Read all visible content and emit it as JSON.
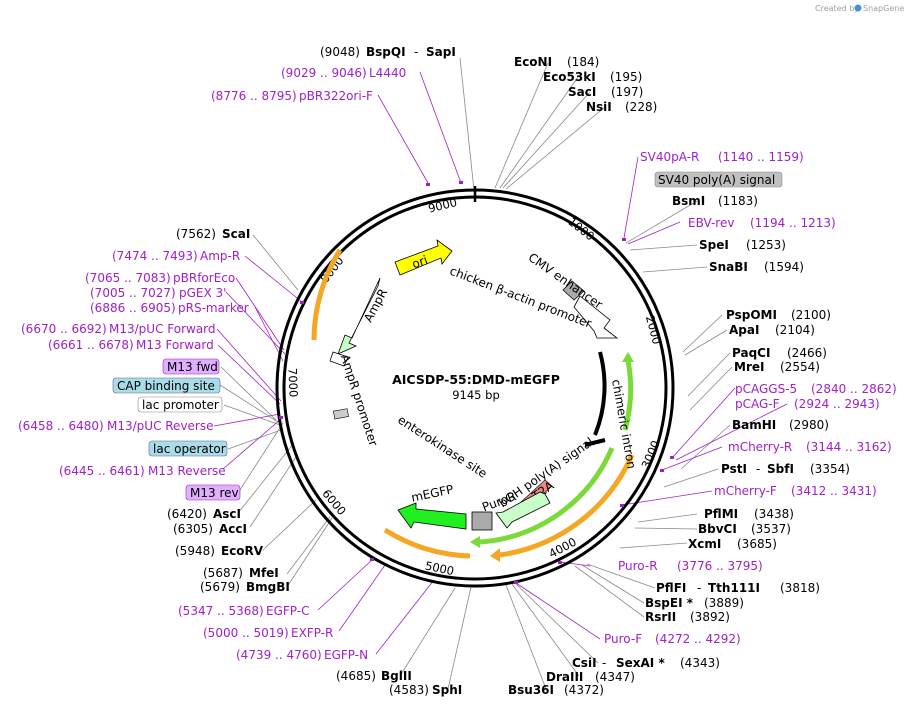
{
  "header": {
    "credit": "Created by",
    "brand": "SnapGene"
  },
  "plasmid": {
    "name": "AICSDP-55:DMD-mEGFP",
    "size": "9145 bp",
    "length": 9145
  },
  "ticks": [
    "1000",
    "2000",
    "3000",
    "4000",
    "5000",
    "6000",
    "7000",
    "8000",
    "9000"
  ],
  "colors": {
    "enzyme": "#000000",
    "primer": "#a020c8",
    "promoter": "#ffffff",
    "cds": "#c8ffc8",
    "ori": "#ffff00",
    "egfp": "#20f020",
    "orange": "#f5a623",
    "green": "#7cd93a"
  },
  "enzymes": [
    {
      "name": "BspQI",
      "name2": "SapI",
      "pos": "(9048)"
    },
    {
      "name": "EcoNI",
      "pos": "(184)"
    },
    {
      "name": "Eco53kI",
      "pos": "(195)"
    },
    {
      "name": "SacI",
      "pos": "(197)"
    },
    {
      "name": "NsiI",
      "pos": "(228)"
    },
    {
      "name": "BsmI",
      "pos": "(1183)"
    },
    {
      "name": "SpeI",
      "pos": "(1253)"
    },
    {
      "name": "SnaBI",
      "pos": "(1594)"
    },
    {
      "name": "PspOMI",
      "pos": "(2100)"
    },
    {
      "name": "ApaI",
      "pos": "(2104)"
    },
    {
      "name": "PaqCI",
      "pos": "(2466)"
    },
    {
      "name": "MreI",
      "pos": "(2554)"
    },
    {
      "name": "BamHI",
      "pos": "(2980)"
    },
    {
      "name": "PstI",
      "name2": "SbfI",
      "pos": "(3354)"
    },
    {
      "name": "PflMI",
      "pos": "(3438)"
    },
    {
      "name": "BbvCI",
      "pos": "(3537)"
    },
    {
      "name": "XcmI",
      "pos": "(3685)"
    },
    {
      "name": "PflFI",
      "name2": "Tth111I",
      "pos": "(3818)"
    },
    {
      "name": "BspEI *",
      "pos": "(3889)"
    },
    {
      "name": "RsrII",
      "pos": "(3892)"
    },
    {
      "name": "CsiI",
      "name2": "SexAI *",
      "pos": "(4343)"
    },
    {
      "name": "DraIII",
      "pos": "(4347)"
    },
    {
      "name": "Bsu36I",
      "pos": "(4372)"
    },
    {
      "name": "SphI",
      "pos": "(4583)"
    },
    {
      "name": "BglII",
      "pos": "(4685)"
    },
    {
      "name": "BmgBI",
      "pos": "(5679)"
    },
    {
      "name": "MfeI",
      "pos": "(5687)"
    },
    {
      "name": "EcoRV",
      "pos": "(5948)"
    },
    {
      "name": "AccI",
      "pos": "(6305)"
    },
    {
      "name": "AscI",
      "pos": "(6420)"
    },
    {
      "name": "ScaI",
      "pos": "(7562)"
    }
  ],
  "primers": [
    {
      "name": "L4440",
      "range": "(9029 .. 9046)"
    },
    {
      "name": "pBR322ori-F",
      "range": "(8776 .. 8795)"
    },
    {
      "name": "SV40pA-R",
      "range": "(1140 .. 1159)"
    },
    {
      "name": "EBV-rev",
      "range": "(1194 .. 1213)"
    },
    {
      "name": "pCAGGS-5",
      "range": "(2840 .. 2862)"
    },
    {
      "name": "pCAG-F",
      "range": "(2924 .. 2943)"
    },
    {
      "name": "mCherry-R",
      "range": "(3144 .. 3162)"
    },
    {
      "name": "mCherry-F",
      "range": "(3412 .. 3431)"
    },
    {
      "name": "Puro-R",
      "range": "(3776 .. 3795)"
    },
    {
      "name": "Puro-F",
      "range": "(4272 .. 4292)"
    },
    {
      "name": "EGFP-C",
      "range": "(5347 .. 5368)"
    },
    {
      "name": "EXFP-R",
      "range": "(5000 .. 5019)"
    },
    {
      "name": "EGFP-N",
      "range": "(4739 .. 4760)"
    },
    {
      "name": "Amp-R",
      "range": "(7474 .. 7493)"
    },
    {
      "name": "pBRforEco",
      "range": "(7065 .. 7083)"
    },
    {
      "name": "pGEX 3'",
      "range": "(7005 .. 7027)"
    },
    {
      "name": "pRS-marker",
      "range": "(6886 .. 6905)"
    },
    {
      "name": "M13/pUC Forward",
      "range": "(6670 .. 6692)"
    },
    {
      "name": "M13 Forward",
      "range": "(6661 .. 6678)"
    },
    {
      "name": "M13/pUC Reverse",
      "range": "(6458 .. 6480)"
    },
    {
      "name": "M13 Reverse",
      "range": "(6445 .. 6461)"
    }
  ],
  "boxes": [
    "SV40 poly(A) signal",
    "M13 fwd",
    "CAP binding site",
    "lac promoter",
    "lac operator",
    "M13 rev"
  ],
  "features": {
    "ori": "ori",
    "ampr": "AmpR",
    "ampr_promoter": "AmpR promoter",
    "cmv": "CMV enhancer",
    "cba": "chicken β-actin promoter",
    "intron": "chimeric intron",
    "bgh": "bGH poly(A) signal",
    "t2a": "T2A",
    "puror": "PuroR",
    "megfp": "mEGFP",
    "ek": "enterokinase site"
  }
}
